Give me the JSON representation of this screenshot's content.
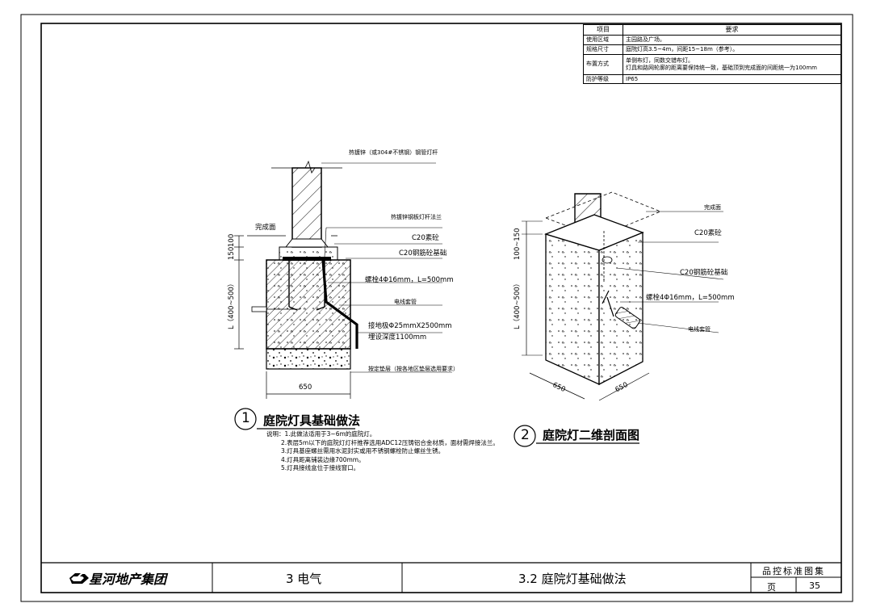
{
  "spec_table": {
    "header_item": "项目",
    "header_req": "要求",
    "rows": [
      {
        "key": "使用区域",
        "value": "主园路及广场。"
      },
      {
        "key": "规格尺寸",
        "value": "庭院灯高3.5~4m，间距15~18m（参考）。"
      },
      {
        "key": "布置方式",
        "value": "单侧布灯，同数交错布灯。",
        "value2": "灯具和路网轮廓的距离要保持统一致，基础顶到完成面的间距统一为100mm"
      },
      {
        "key": "防护等级",
        "value": "IP65"
      }
    ]
  },
  "detail1": {
    "labels": {
      "finish_left": "完成面",
      "pole_material": "热镀锌（或304#不锈钢）钢管灯杆",
      "flange": "热镀锌钢板灯杆法兰",
      "c20_cap": "C20素砼",
      "c20_rc": "C20钢筋砼基础",
      "bolt": "螺栓4Φ16mm，L=500mm",
      "conduit": "电线套管",
      "ground1": "接地极Φ25mmX2500mm",
      "ground2": "埋设深度1100mm",
      "cushion": "按定垫层（按各地区垫层选用要求）"
    },
    "dim_top": "150",
    "dim_top2": "100",
    "dim_height": "L（400~500）",
    "dim_width": "650",
    "number": "1",
    "title": "庭院灯具基础做法",
    "notes": [
      "说明：1.此做法适用于3~6m的庭院灯。",
      "2.表层5m以下的庭院灯灯杆推荐选用ADC12压铸铝合金材质，面材需焊接法兰。",
      "3.灯具基座螺丝需用水泥封实或用不锈钢螺栓防止螺丝生锈。",
      "4.灯具距离铺装边缘700mm。",
      "5.灯具接线盒位于接线窗口。"
    ]
  },
  "detail2": {
    "labels": {
      "finish": "完成面",
      "c20_cap": "C20素砼",
      "c20_rc": "C20钢筋砼基础",
      "bolt": "螺栓4Φ16mm，L=500mm",
      "conduit": "电线套管"
    },
    "dim_top": "100~150",
    "dim_height": "L（400~500）",
    "dim_w1": "650",
    "dim_w2": "650",
    "number": "2",
    "title": "庭院灯二维剖面图"
  },
  "footer": {
    "logo_text": "星河地产集团",
    "section": "3 电气",
    "drawing_title": "3.2 庭院灯基础做法",
    "collection": "品控标准图集",
    "page_label": "页",
    "page_no": "35"
  }
}
